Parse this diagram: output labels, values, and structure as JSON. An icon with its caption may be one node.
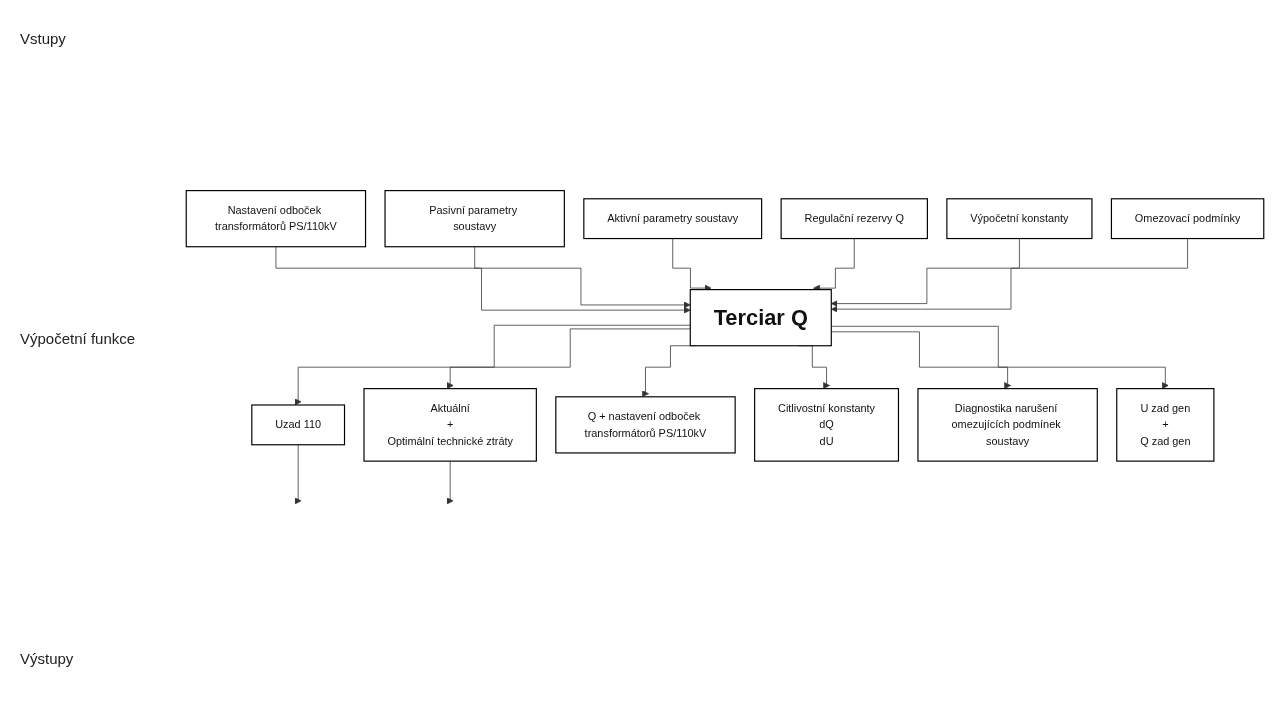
{
  "diagram": {
    "nodes": [
      {
        "text": [
          "Nastavení odboček transformátorů PS/110kV"
        ]
      },
      {
        "text": [
          "Pasivní parametry soustavy"
        ]
      },
      {
        "text": [
          "Aktivní parametry soustavy"
        ]
      },
      {
        "text": [
          "Regulační rezervy Q"
        ]
      },
      {
        "text": [
          "Výpočetní konstanty"
        ]
      },
      {
        "text": [
          "Omezovací podmínky"
        ]
      },
      {
        "text": [
          "Terciar Q"
        ]
      },
      {
        "text": [
          "Uzad 110"
        ]
      },
      {
        "text": [
          "Aktuální",
          "+",
          "Optimální technické ztráty"
        ]
      },
      {
        "text": [
          "Q + nastavení odboček transformátorů PS/110kV"
        ]
      },
      {
        "text": [
          "Citlivostní konstanty",
          "dQ",
          "dU"
        ]
      },
      {
        "text": [
          "Diagnostika narušení omezujících podmínek soustavy"
        ]
      },
      {
        "text": [
          "U zad gen",
          "+",
          "Q zad gen"
        ]
      }
    ],
    "edges": [
      {
        "from": 0,
        "to": 6,
        "arrow": "to"
      },
      {
        "from": 1,
        "to": 6,
        "arrow": "to"
      },
      {
        "from": 2,
        "to": 6,
        "arrow": "to"
      },
      {
        "from": 3,
        "to": 6,
        "arrow": "to"
      },
      {
        "from": 4,
        "to": 6,
        "arrow": "to"
      },
      {
        "from": 5,
        "to": 6,
        "arrow": "to"
      },
      {
        "from": 6,
        "to": 7,
        "arrow": "to"
      },
      {
        "from": 6,
        "to": 8,
        "arrow": "to"
      },
      {
        "from": 6,
        "to": 9,
        "arrow": "to"
      },
      {
        "from": 6,
        "to": 10,
        "arrow": "to"
      },
      {
        "from": 6,
        "to": 11,
        "arrow": "to"
      },
      {
        "from": 6,
        "to": 12,
        "arrow": "to"
      },
      {
        "from": 7,
        "to": null,
        "arrow": "to"
      },
      {
        "from": 8,
        "to": null,
        "arrow": "to"
      }
    ],
    "labels": [
      "Vstupy",
      "Výpočetní funkce",
      "Výstupy"
    ]
  }
}
